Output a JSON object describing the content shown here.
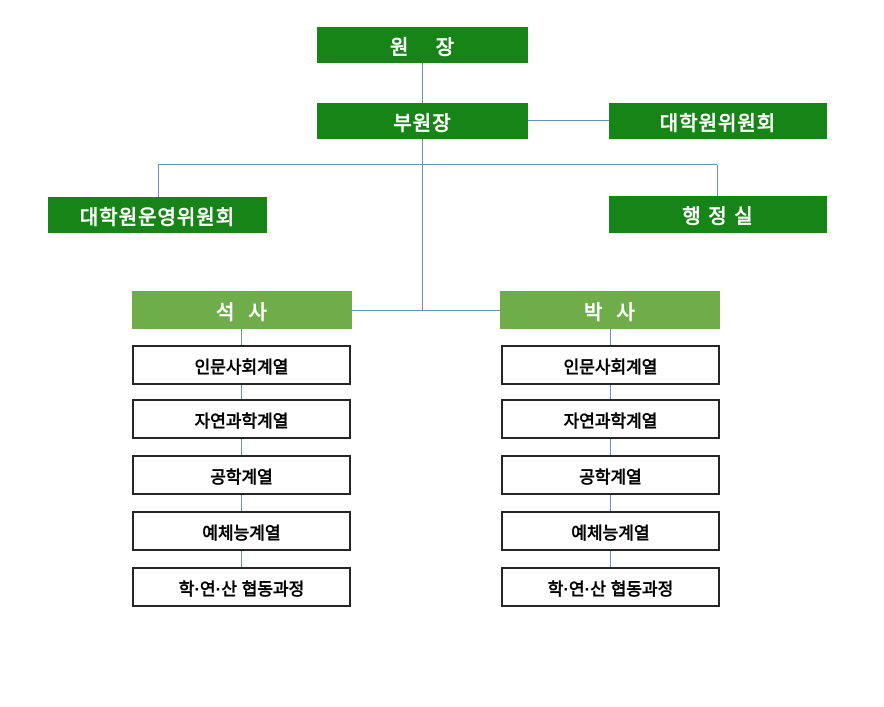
{
  "colors": {
    "dark_green": "#168416",
    "light_green": "#6fad4b",
    "line_blue": "#6b8fc2",
    "box_border": "#262626",
    "background": "#ffffff"
  },
  "org": {
    "director": "원    장",
    "vice_director": "부원장",
    "graduate_committee": "대학원위원회",
    "operations_committee": "대학원운영위원회",
    "admin_office": "행 정 실",
    "masters": "석  사",
    "doctoral": "박  사",
    "programs": [
      "인문사회계열",
      "자연과학계열",
      "공학계열",
      "예체능계열",
      "학·연·산 협동과정"
    ]
  }
}
